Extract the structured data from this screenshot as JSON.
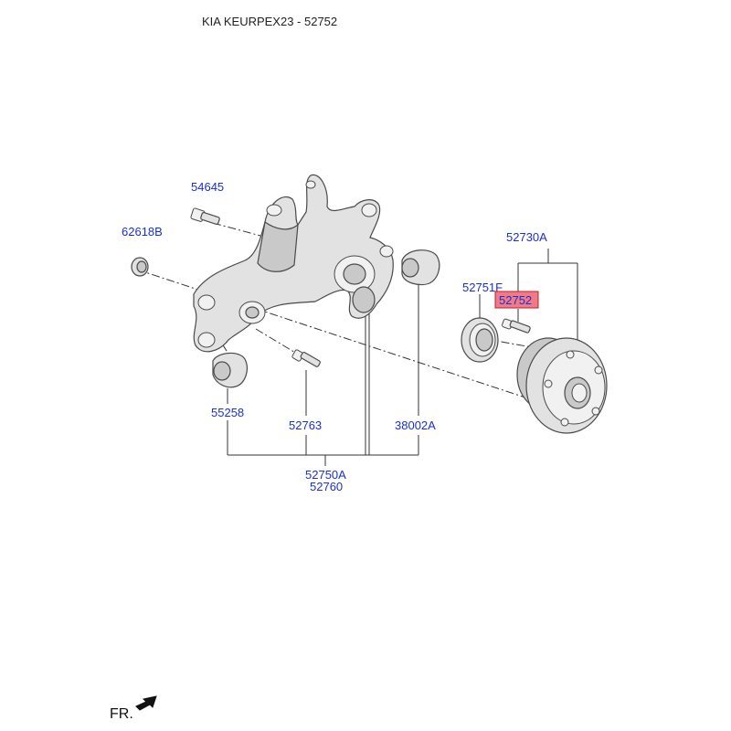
{
  "header": {
    "title": "KIA KEURPEX23 - 52752"
  },
  "footer": {
    "direction_label": "FR."
  },
  "parts": {
    "p54645": "54645",
    "p62618B": "62618B",
    "p52730A": "52730A",
    "p52751F": "52751F",
    "p52752": "52752",
    "p55258": "55258",
    "p52763": "52763",
    "p38002A": "38002A",
    "p52750A": "52750A",
    "p52760": "52760"
  },
  "colors": {
    "label_text": "#1a2fd6",
    "selected_highlight_fill": "#f07a86",
    "selected_highlight_stroke": "#c0202e"
  },
  "selected_part": "52752"
}
